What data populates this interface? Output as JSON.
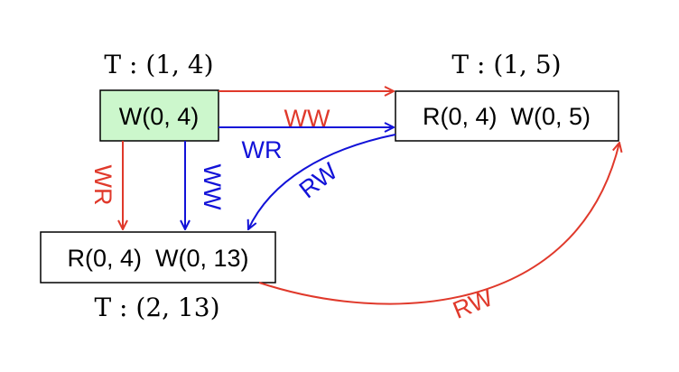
{
  "colors": {
    "red": "#e0392b",
    "blue": "#1212d8",
    "highlight_fill": "#ccf7cc",
    "box_stroke": "#000000"
  },
  "nodes": {
    "t1": {
      "label": "T : (1, 4)",
      "ops": "W(0, 4)",
      "highlighted": true
    },
    "t2": {
      "label": "T : (1, 5)",
      "ops": "R(0, 4)  W(0, 5)",
      "highlighted": false
    },
    "t3": {
      "label": "T : (2, 13)",
      "ops": "R(0, 4)  W(0, 13)",
      "highlighted": false
    }
  },
  "edges": [
    {
      "from": "t1",
      "to": "t2",
      "type": "WW",
      "color": "red"
    },
    {
      "from": "t1",
      "to": "t2",
      "type": "WR",
      "color": "blue"
    },
    {
      "from": "t1",
      "to": "t3",
      "type": "WR",
      "color": "red"
    },
    {
      "from": "t1",
      "to": "t3",
      "type": "WW",
      "color": "blue"
    },
    {
      "from": "t2",
      "to": "t3",
      "type": "RW",
      "color": "blue"
    },
    {
      "from": "t3",
      "to": "t2",
      "type": "RW",
      "color": "red"
    }
  ]
}
